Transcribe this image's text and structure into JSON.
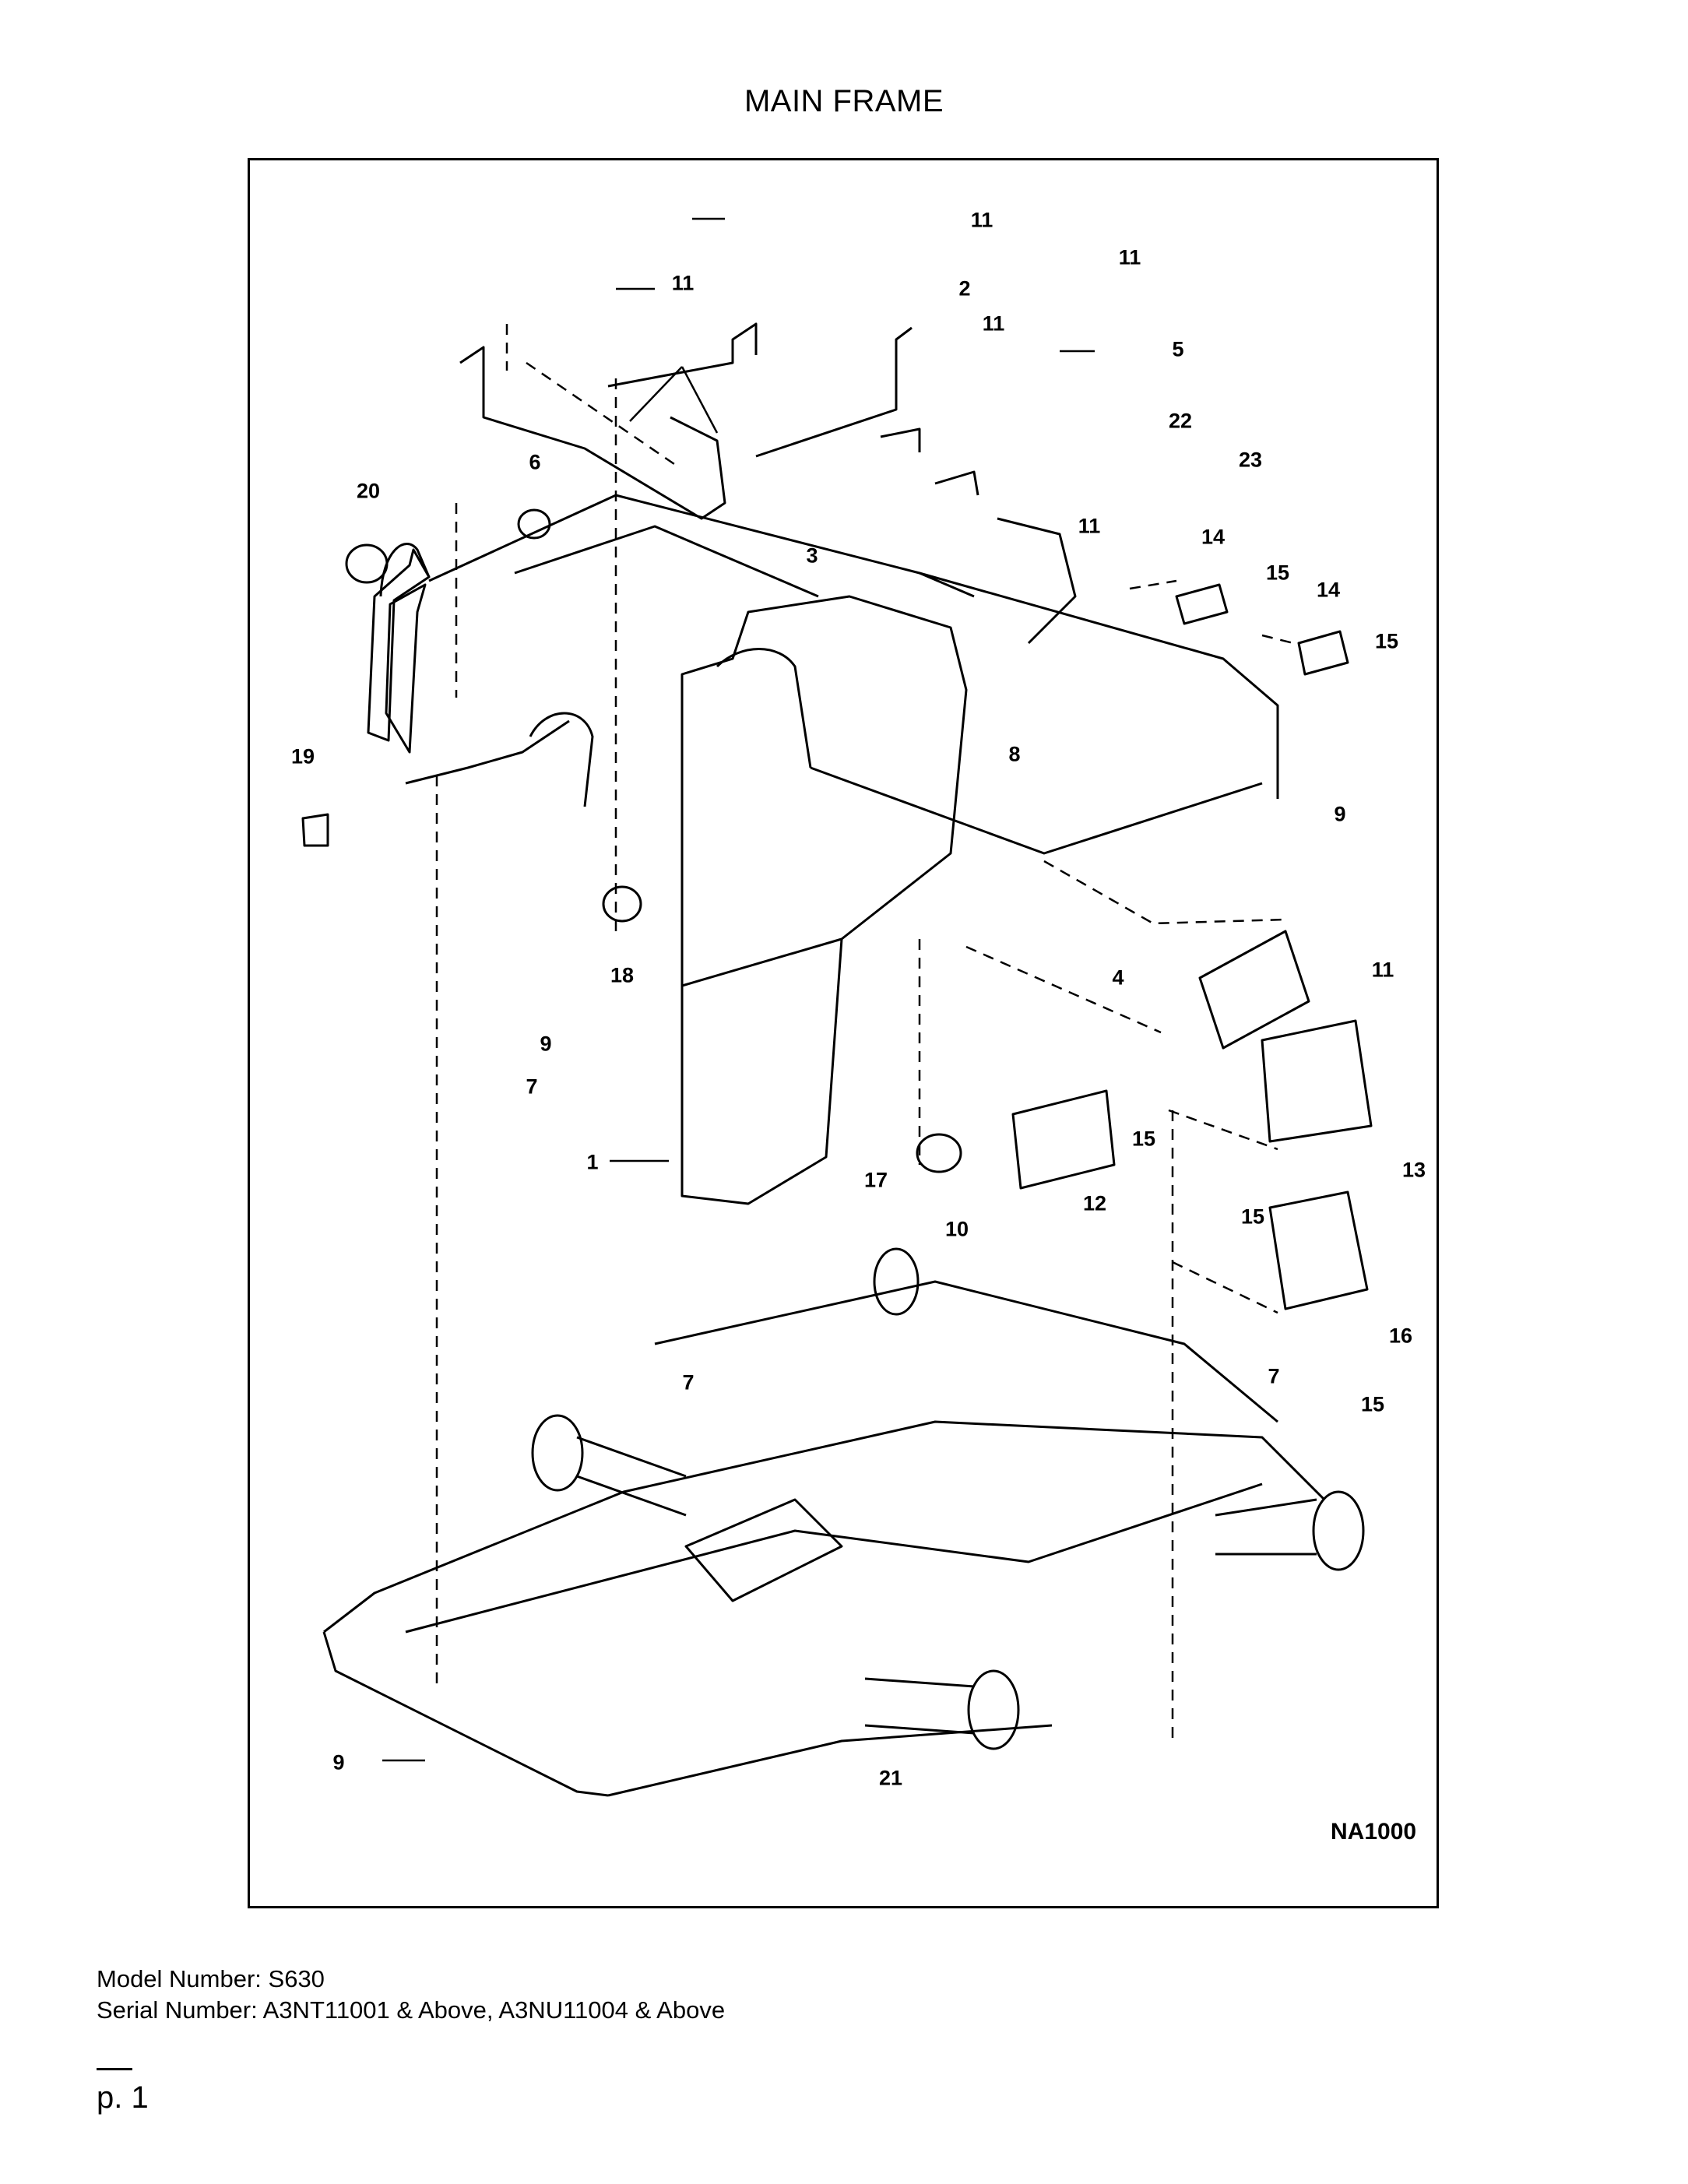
{
  "title": "MAIN FRAME",
  "drawing_code": "NA1000",
  "callouts": [
    {
      "label": "11",
      "key": "c11a"
    },
    {
      "label": "2",
      "key": "c2"
    },
    {
      "label": "11",
      "key": "c11b"
    },
    {
      "label": "11",
      "key": "c11c"
    },
    {
      "label": "11",
      "key": "c11d"
    },
    {
      "label": "5",
      "key": "c5"
    },
    {
      "label": "22",
      "key": "c22"
    },
    {
      "label": "23",
      "key": "c23"
    },
    {
      "label": "11",
      "key": "c11e"
    },
    {
      "label": "6",
      "key": "c6"
    },
    {
      "label": "20",
      "key": "c20"
    },
    {
      "label": "3",
      "key": "c3"
    },
    {
      "label": "14",
      "key": "c14a"
    },
    {
      "label": "15",
      "key": "c15a"
    },
    {
      "label": "14",
      "key": "c14b"
    },
    {
      "label": "15",
      "key": "c15b"
    },
    {
      "label": "19",
      "key": "c19"
    },
    {
      "label": "8",
      "key": "c8"
    },
    {
      "label": "9",
      "key": "c9a"
    },
    {
      "label": "18",
      "key": "c18"
    },
    {
      "label": "11",
      "key": "c11f"
    },
    {
      "label": "4",
      "key": "c4"
    },
    {
      "label": "9",
      "key": "c9b"
    },
    {
      "label": "7",
      "key": "c7a"
    },
    {
      "label": "15",
      "key": "c15c"
    },
    {
      "label": "13",
      "key": "c13"
    },
    {
      "label": "1",
      "key": "c1"
    },
    {
      "label": "17",
      "key": "c17"
    },
    {
      "label": "12",
      "key": "c12"
    },
    {
      "label": "15",
      "key": "c15d"
    },
    {
      "label": "10",
      "key": "c10"
    },
    {
      "label": "16",
      "key": "c16"
    },
    {
      "label": "7",
      "key": "c7b"
    },
    {
      "label": "7",
      "key": "c7c"
    },
    {
      "label": "15",
      "key": "c15e"
    },
    {
      "label": "9",
      "key": "c9c"
    },
    {
      "label": "21",
      "key": "c21"
    }
  ],
  "model_line": "Model Number: S630",
  "serial_line": "Serial Number: A3NT11001 & Above, A3NU11004 & Above",
  "page_label": "p. 1"
}
